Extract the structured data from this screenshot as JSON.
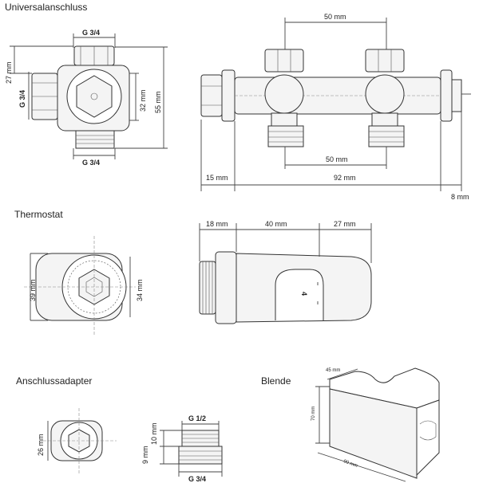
{
  "sections": {
    "universal": "Universalanschluss",
    "thermostat": "Thermostat",
    "adapter": "Anschlussadapter",
    "blende": "Blende"
  },
  "dims": {
    "u_g_top": "G 3/4",
    "u_g_left": "G 3/4",
    "u_g_bottom": "G 3/4",
    "u_27": "27 mm",
    "u_32": "32 mm",
    "u_55": "55 mm",
    "u_50_top": "50 mm",
    "u_50_bottom": "50 mm",
    "u_15": "15 mm",
    "u_92": "92 mm",
    "u_8": "8 mm",
    "t_39": "39 mm",
    "t_34": "34 mm",
    "t_18": "18 mm",
    "t_40": "40 mm",
    "t_27": "27 mm",
    "t_dial": "4",
    "a_26": "26 mm",
    "a_g12": "G 1/2",
    "a_10": "10 mm",
    "a_9": "9 mm",
    "a_g34": "G 3/4",
    "b_45": "45 mm",
    "b_70": "70 mm",
    "b_90": "90 mm"
  }
}
